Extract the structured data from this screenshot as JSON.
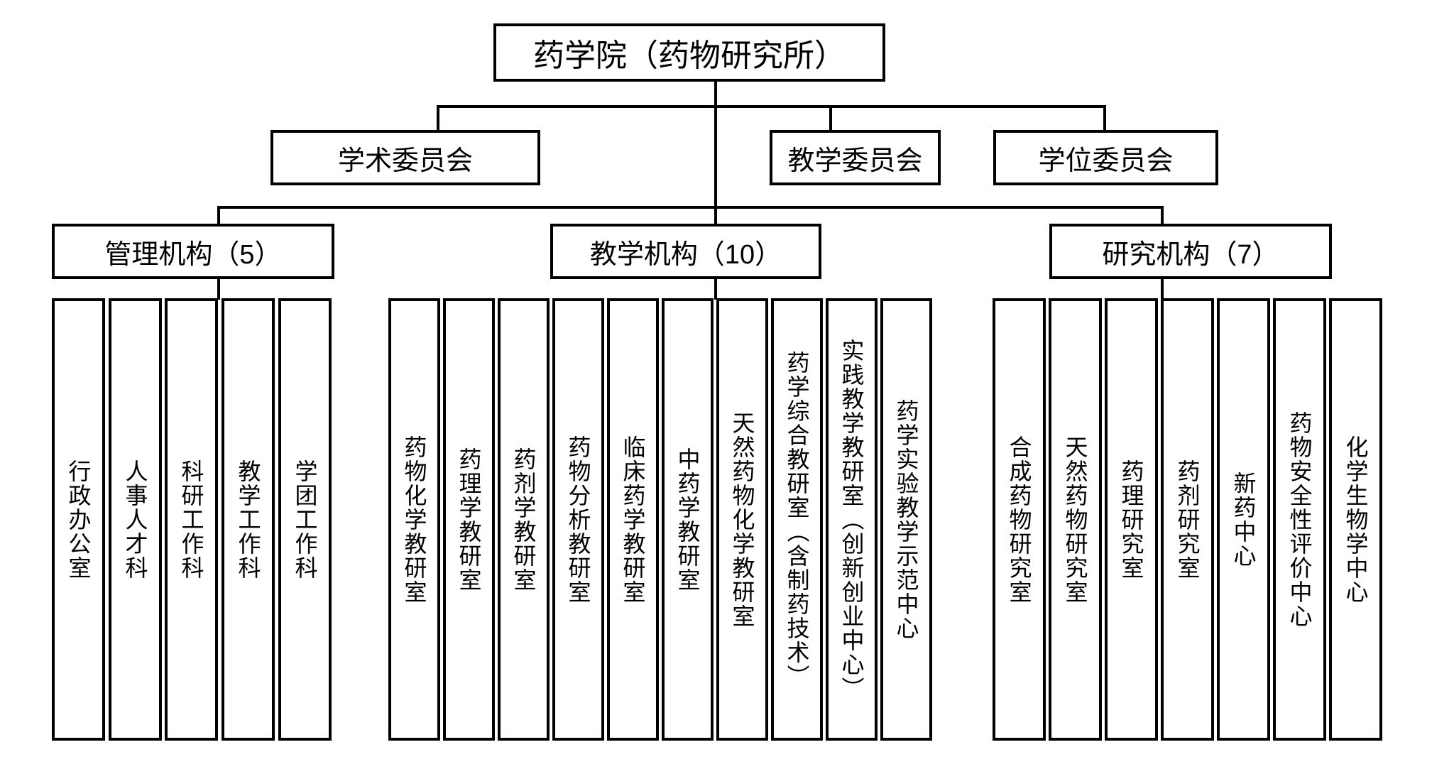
{
  "org": {
    "root": {
      "label": "药学院（药物研究所）"
    },
    "committees": [
      {
        "label": "学术委员会"
      },
      {
        "label": "教学委员会"
      },
      {
        "label": "学位委员会"
      }
    ],
    "branches": [
      {
        "label": "管理机构（5）",
        "children": [
          "行政办公室",
          "人事人才科",
          "科研工作科",
          "教学工作科",
          "学团工作科"
        ]
      },
      {
        "label": "教学机构（10）",
        "children": [
          "药物化学教研室",
          "药理学教研室",
          "药剂学教研室",
          "药物分析教研室",
          "临床药学教研室",
          "中药学教研室",
          "天然药物化学教研室",
          "药学综合教研室（含制药技术）",
          "实践教学教研室（创新创业中心）",
          "药学实验教学示范中心"
        ]
      },
      {
        "label": "研究机构（7）",
        "children": [
          "合成药物研究室",
          "天然药物研究室",
          "药理研究室",
          "药剂研究室",
          "新药中心",
          "药物安全性评价中心",
          "化学生物学中心"
        ]
      }
    ]
  },
  "colors": {
    "line": "#000000",
    "background": "#ffffff",
    "text": "#000000"
  }
}
